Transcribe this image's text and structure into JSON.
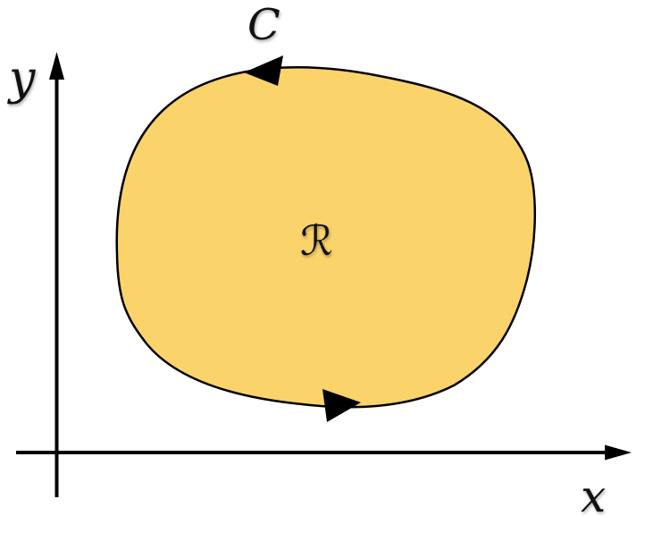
{
  "diagram": {
    "labels": {
      "y_axis": "y",
      "x_axis": "x",
      "curve": "C",
      "region": "ℛ"
    },
    "colors": {
      "region_fill": "#FBD36B",
      "outline": "#000000",
      "axis": "#000000"
    }
  }
}
